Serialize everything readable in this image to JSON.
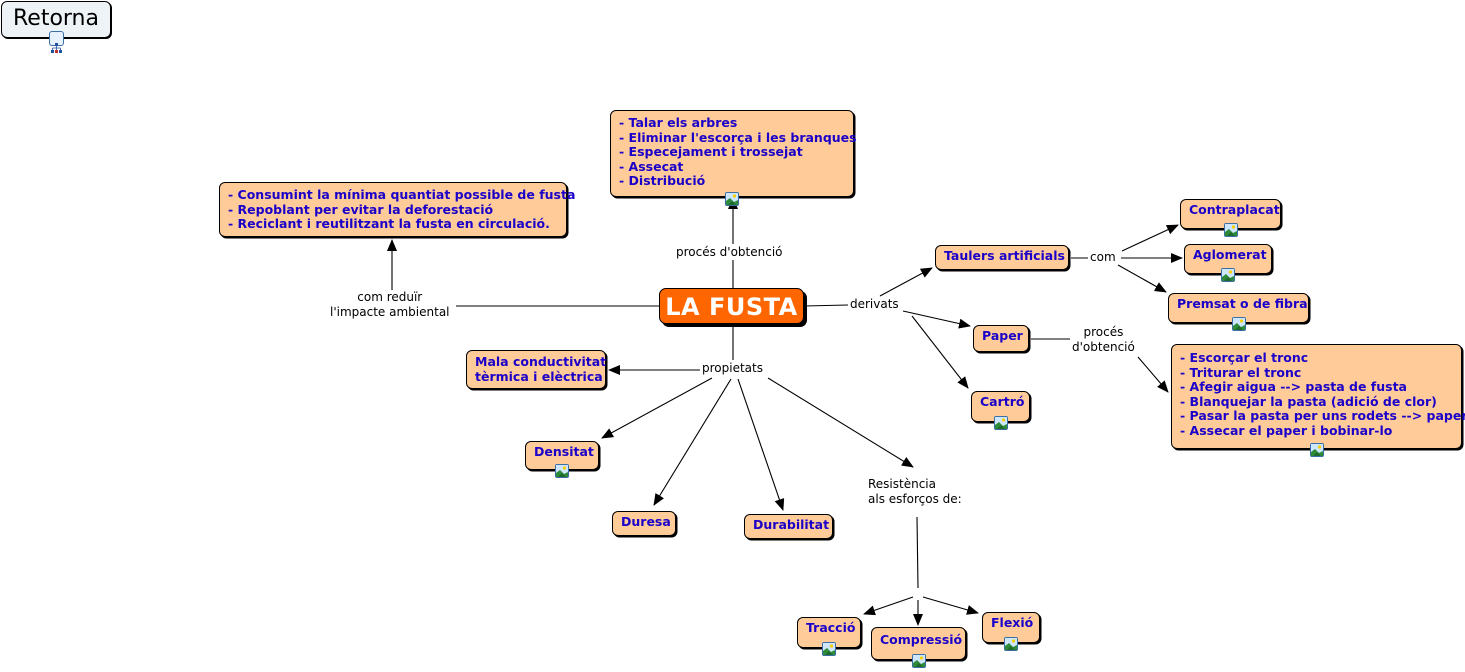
{
  "back_button": {
    "label": "Retorna",
    "icon": "concept-map-icon"
  },
  "root": {
    "label": "LA FUSTA",
    "color": "#ff6600"
  },
  "node_fill": "#ffcc99",
  "node_text_color": "#1a00c8",
  "link_labels": {
    "proces_obtencio": "procés d'obtenció",
    "reduir_impacte": [
      "com reduïr",
      "l'impacte ambiental"
    ],
    "derivats": "derivats",
    "propietats": "propietats",
    "com": "com",
    "paper_proces": [
      "procés",
      "d'obtenció"
    ],
    "resistencia": [
      "Resistència",
      "als esforços de:"
    ]
  },
  "nodes": {
    "obtencio_steps": {
      "lines": [
        "- Talar els arbres",
        "- Eliminar l'escorça i les branques",
        "- Especejament i trossejat",
        "- Assecat",
        "- Distribució"
      ],
      "has_image": true
    },
    "impacte_steps": {
      "lines": [
        "- Consumint la mínima quantiat possible de fusta",
        "- Repoblant per evitar la deforestació",
        "- Reciclant i reutilitzant la fusta en circulació."
      ],
      "has_image": false
    },
    "taulers": {
      "label": "Taulers artificials",
      "has_image": false
    },
    "contraplacat": {
      "label": "Contraplacat",
      "has_image": true
    },
    "aglomerat": {
      "label": "Aglomerat",
      "has_image": true
    },
    "premsat": {
      "label": "Premsat o de fibra",
      "has_image": true
    },
    "paper": {
      "label": "Paper",
      "has_image": false
    },
    "cartro": {
      "label": "Cartró",
      "has_image": true
    },
    "paper_steps": {
      "lines": [
        "- Escorçar el tronc",
        "- Triturar el tronc",
        "- Afegir aigua --> pasta de fusta",
        "- Blanquejar la pasta (adició de clor)",
        "- Pasar la pasta per uns rodets --> paper",
        "- Assecar el paper i bobinar-lo"
      ],
      "has_image": true
    },
    "conductivitat": {
      "lines": [
        "Mala conductivitat",
        "tèrmica i elèctrica"
      ],
      "has_image": false
    },
    "densitat": {
      "label": "Densitat",
      "has_image": true
    },
    "duresa": {
      "label": "Duresa",
      "has_image": false
    },
    "durabilitat": {
      "label": "Durabilitat",
      "has_image": false
    },
    "traccio": {
      "label": "Tracció",
      "has_image": true
    },
    "compressio": {
      "label": "Compressió",
      "has_image": true
    },
    "flexio": {
      "label": "Flexió",
      "has_image": true
    }
  }
}
